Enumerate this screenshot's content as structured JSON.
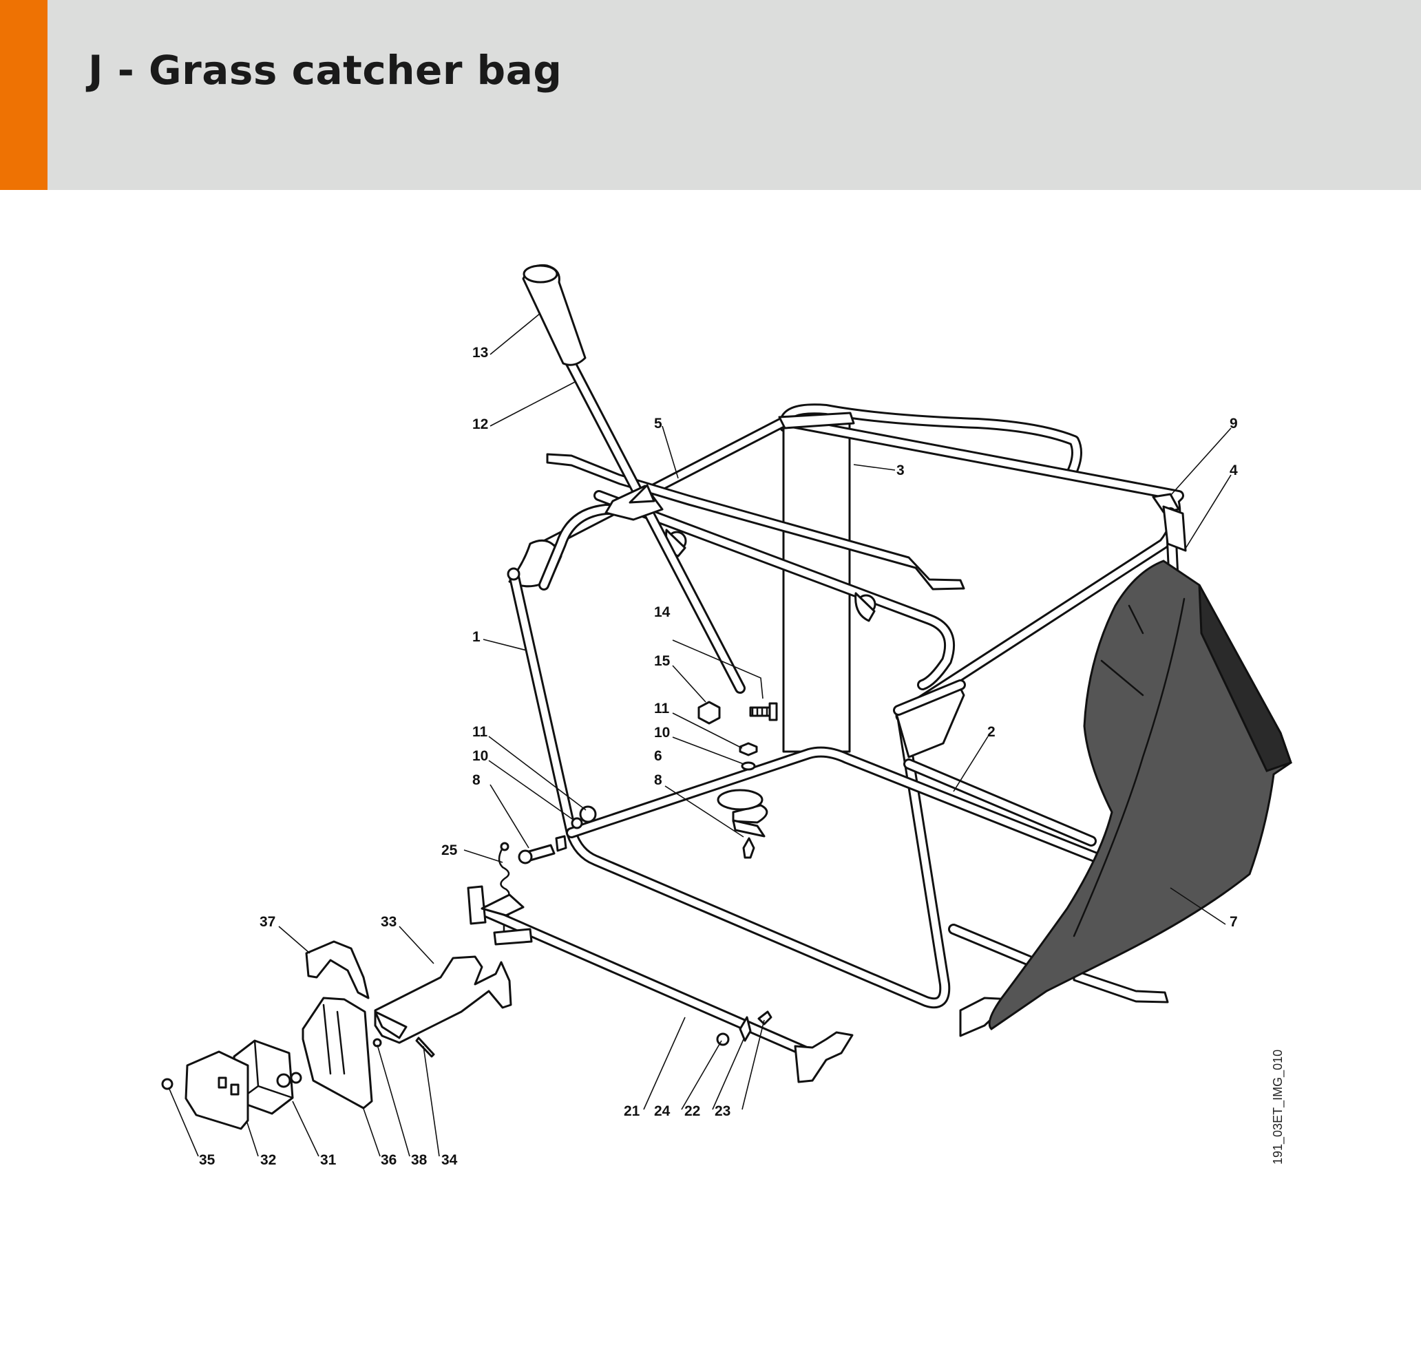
{
  "page": {
    "title": "J - Grass catcher bag",
    "image_ref": "191_03ET_IMG_010"
  },
  "colors": {
    "accent": "#ee7203",
    "header_bg": "#dcdddc",
    "bag_fill": "#555555"
  },
  "callouts": [
    {
      "id": "c13",
      "text": "13"
    },
    {
      "id": "c12",
      "text": "12"
    },
    {
      "id": "c5",
      "text": "5"
    },
    {
      "id": "c9",
      "text": "9"
    },
    {
      "id": "c3",
      "text": "3"
    },
    {
      "id": "c4",
      "text": "4"
    },
    {
      "id": "c1",
      "text": "1"
    },
    {
      "id": "c14",
      "text": "14"
    },
    {
      "id": "c15",
      "text": "15"
    },
    {
      "id": "c11a",
      "text": "11"
    },
    {
      "id": "c10a",
      "text": "10"
    },
    {
      "id": "c6",
      "text": "6"
    },
    {
      "id": "c8a",
      "text": "8"
    },
    {
      "id": "c2",
      "text": "2"
    },
    {
      "id": "c11b",
      "text": "11"
    },
    {
      "id": "c10b",
      "text": "10"
    },
    {
      "id": "c8b",
      "text": "8"
    },
    {
      "id": "c25",
      "text": "25"
    },
    {
      "id": "c37",
      "text": "37"
    },
    {
      "id": "c33",
      "text": "33"
    },
    {
      "id": "c7",
      "text": "7"
    },
    {
      "id": "c21",
      "text": "21"
    },
    {
      "id": "c24",
      "text": "24"
    },
    {
      "id": "c22",
      "text": "22"
    },
    {
      "id": "c23",
      "text": "23"
    },
    {
      "id": "c35",
      "text": "35"
    },
    {
      "id": "c32",
      "text": "32"
    },
    {
      "id": "c31",
      "text": "31"
    },
    {
      "id": "c36",
      "text": "36"
    },
    {
      "id": "c38",
      "text": "38"
    },
    {
      "id": "c34",
      "text": "34"
    }
  ]
}
